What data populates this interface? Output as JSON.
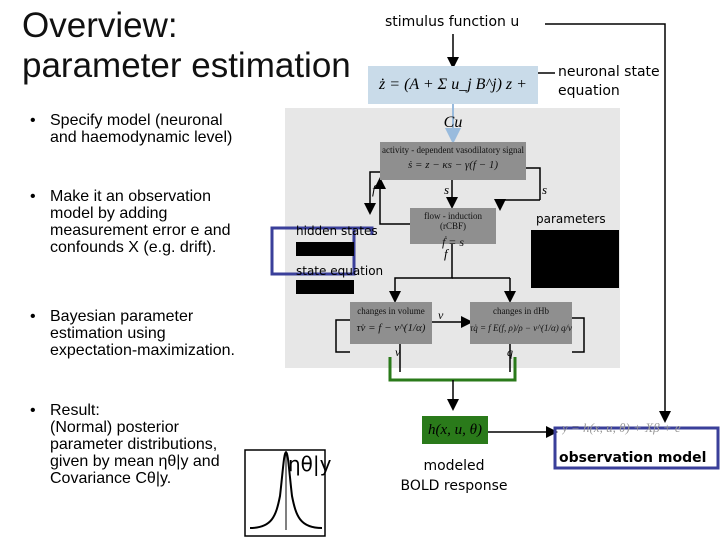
{
  "slide": {
    "title": "Overview:\nparameter estimation",
    "bullets": [
      {
        "text": "Specify model (neuronal\nand haemodynamic level)"
      },
      {
        "text": "Make it an observation\nmodel by adding\nmeasurement error e and\nconfounds X (e.g. drift)."
      },
      {
        "text": "Bayesian parameter\nestimation using\nexpectation-maximization."
      },
      {
        "text": "Result:\n(Normal) posterior\nparameter distributions,\ngiven by mean ηθ|y and\nCovariance Cθ|y."
      }
    ],
    "bullet_glyph": "•"
  },
  "diagram": {
    "stimulus_label": "stimulus function u",
    "neuronal_state_label": "neuronal state\nequation",
    "neuronal_equation": "ż = (A + Σ u_j B^j) z + Cu",
    "hidden_states_label": "hidden states",
    "state_equation_label": "state equation",
    "parameters_label": "parameters",
    "activity_box_title": "activity - dependent vasodilatory signal",
    "activity_box_eq": "ṡ = z − κs − γ(f − 1)",
    "flow_box_title": "flow - induction (rCBF)",
    "flow_box_eq": "ḟ = s",
    "volume_box_title": "changes in volume",
    "volume_box_eq": "τv̇ = f − v^(1/α)",
    "dhb_box_title": "changes in dHb",
    "dhb_box_eq": "τq̇ = f E(f, ρ)/ρ − v^(1/α) q/v",
    "var_f": "f",
    "var_s": "s",
    "var_v": "v",
    "var_q": "q",
    "output_equation": "h(x, u, θ)",
    "modeled_bold_label": "modeled\nBOLD response",
    "observation_equation": "y = h(x, u, θ) + Xβ + e",
    "observation_model_label": "observation model",
    "posterior_label": "ηθ|y"
  },
  "colors": {
    "blue_box": "#3a3f9a",
    "green_box": "#2a7a1a",
    "eq_bg": "#c9dbe9",
    "diagram_bg": "#e7e7e7"
  }
}
